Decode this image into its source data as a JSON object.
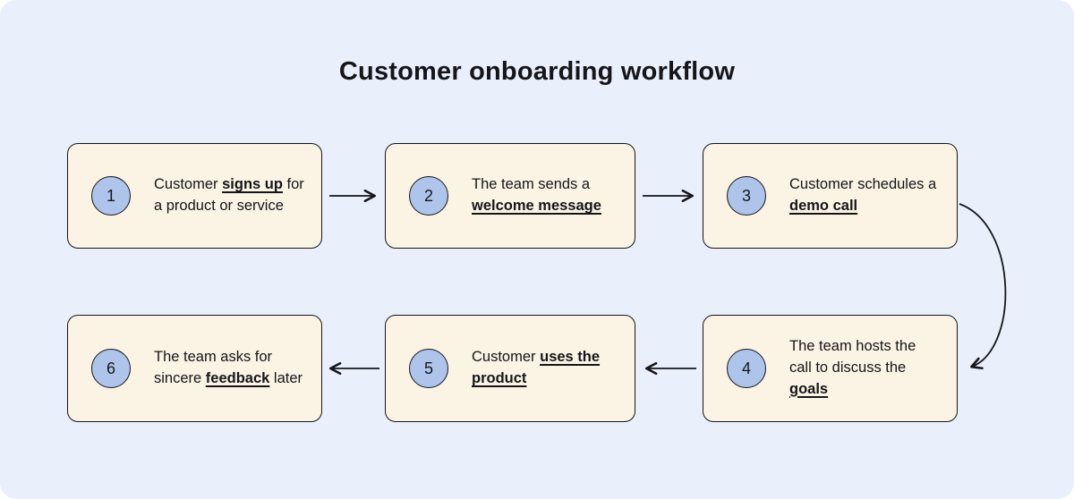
{
  "title": "Customer onboarding workflow",
  "colors": {
    "background": "#e9effb",
    "card": "#fbf3e4",
    "circle": "#aec4ea",
    "ink": "#16161a"
  },
  "steps": [
    {
      "number": "1",
      "pre": "Customer ",
      "em": "signs up",
      "post": " for a product or service"
    },
    {
      "number": "2",
      "pre": "The team sends a ",
      "em": "welcome message",
      "post": ""
    },
    {
      "number": "3",
      "pre": "Customer schedules a ",
      "em": "demo call",
      "post": ""
    },
    {
      "number": "4",
      "pre": "The team hosts the call to discuss the ",
      "em": "goals",
      "post": ""
    },
    {
      "number": "5",
      "pre": "Customer ",
      "em": "uses the product",
      "post": ""
    },
    {
      "number": "6",
      "pre": "The team asks for sincere ",
      "em": "feedback",
      "post": " later"
    }
  ]
}
